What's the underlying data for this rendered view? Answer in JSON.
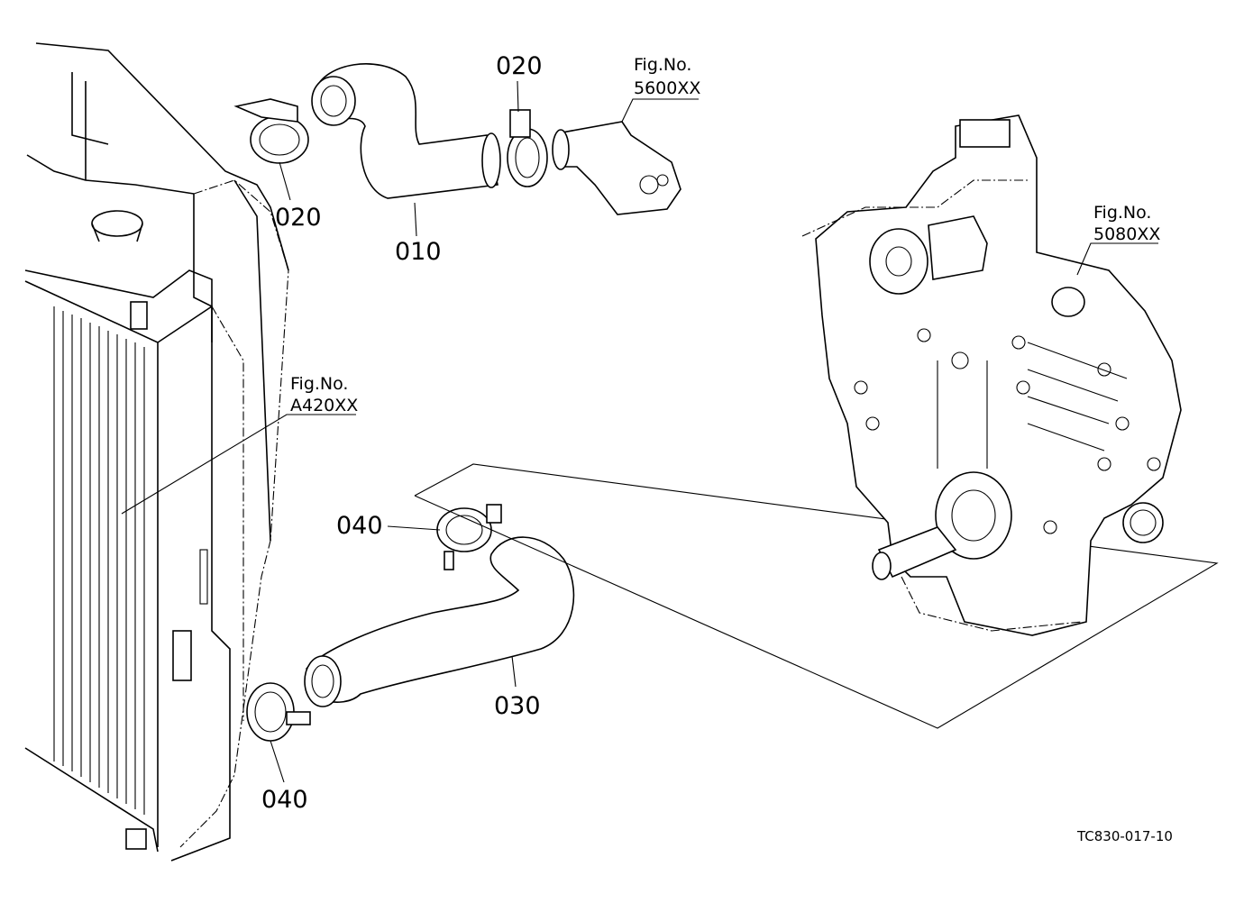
{
  "labels": {
    "hose_upper": "010",
    "clamp_upper_left": "020",
    "clamp_upper_right": "020",
    "hose_lower": "030",
    "clamp_lower_top": "040",
    "clamp_lower_bottom": "040"
  },
  "refs": {
    "thermostat": {
      "line1": "Fig.No.",
      "line2": "5600XX"
    },
    "gear_case": {
      "line1": "Fig.No.",
      "line2": "5080XX"
    },
    "radiator": {
      "line1": "Fig.No.",
      "line2": "A420XX"
    }
  },
  "drawing_code": "TC830-017-10"
}
